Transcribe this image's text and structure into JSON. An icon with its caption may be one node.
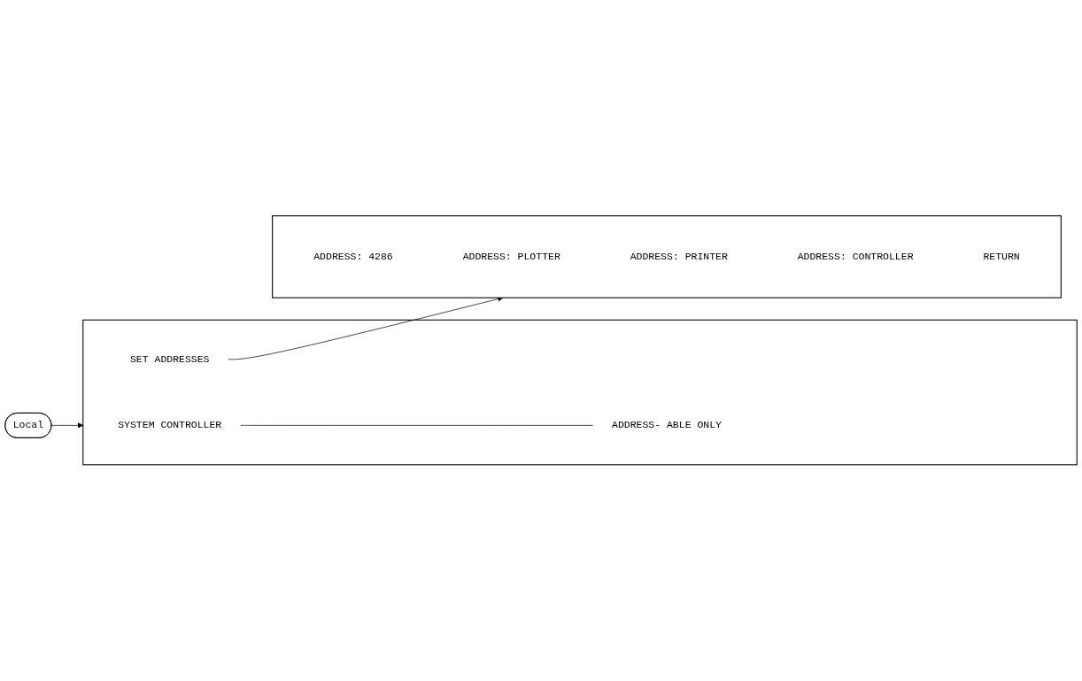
{
  "diagram": {
    "nodes": [
      {
        "text": [
          "Local"
        ]
      },
      {
        "text": [],
        "shape": "box"
      },
      {
        "text": [
          "SYSTEM CONTROLLER"
        ],
        "in": 1
      },
      {
        "text": [
          "ADDRESS- ABLE ONLY"
        ],
        "in": 1
      },
      {
        "text": [
          "SET ADDRESSES"
        ],
        "in": 1
      },
      {
        "text": [],
        "shape": "box"
      },
      {
        "text": [
          "ADDRESS: 4286"
        ],
        "in": 5
      },
      {
        "text": [
          "ADDRESS: PLOTTER"
        ],
        "in": 5
      },
      {
        "text": [
          "ADDRESS: PRINTER"
        ],
        "in": 5
      },
      {
        "text": [
          "ADDRESS: CONTROLLER"
        ],
        "in": 5
      },
      {
        "text": [
          "RETURN"
        ],
        "in": 5
      }
    ],
    "edges": [
      {
        "from": 0,
        "to": 1,
        "arrow": "to"
      },
      {
        "from": 2,
        "to": 3,
        "arrow": "none"
      },
      {
        "from": 4,
        "to": 5,
        "arrow": "to"
      }
    ]
  }
}
